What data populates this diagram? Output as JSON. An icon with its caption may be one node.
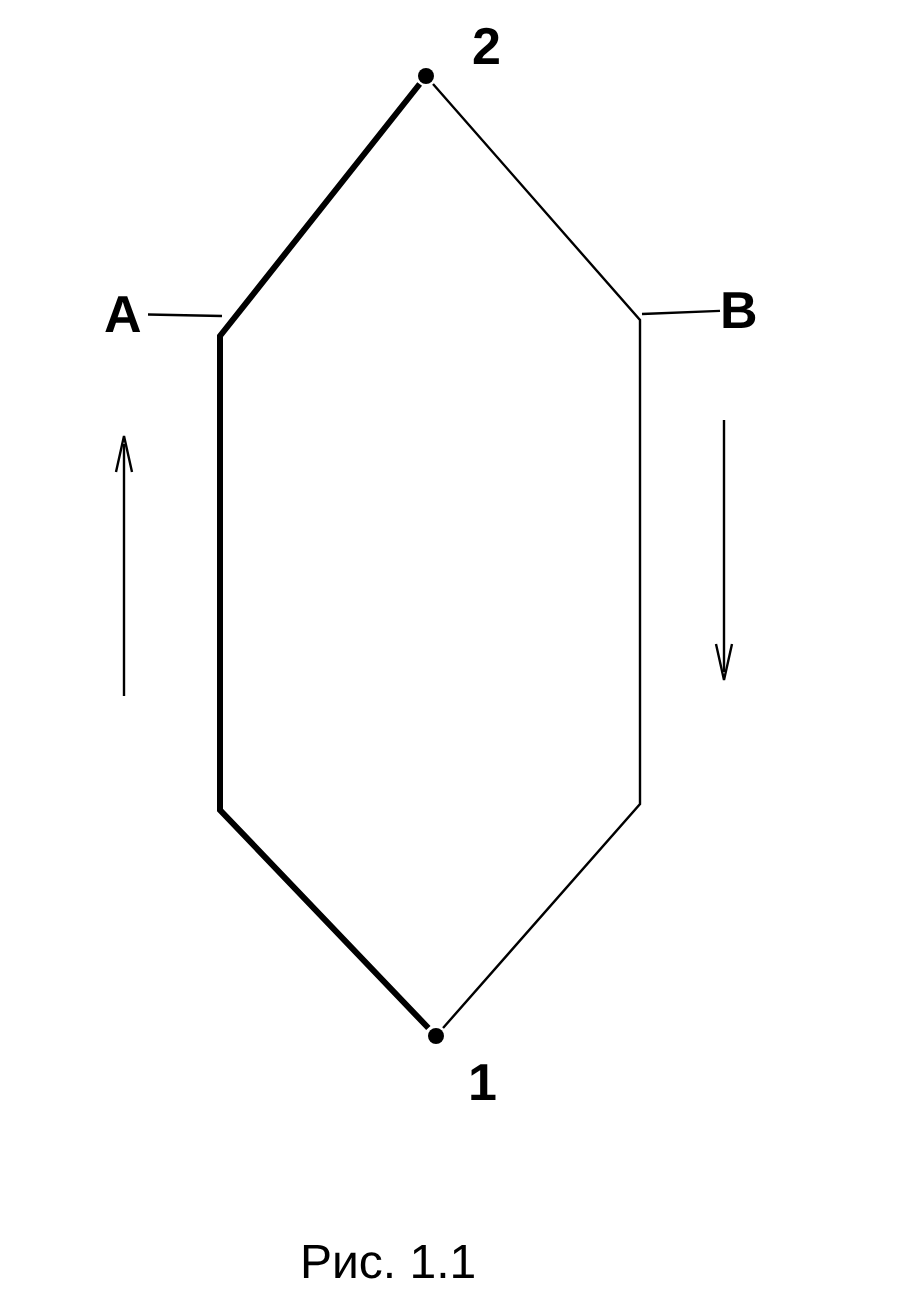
{
  "diagram": {
    "caption": "Рис. 1.1",
    "nodes": [
      {
        "text": [
          "2"
        ]
      },
      {
        "text": [
          "1"
        ]
      },
      {
        "text": [
          "A"
        ]
      },
      {
        "text": [
          "B"
        ]
      }
    ],
    "edges": [
      {
        "from": 1,
        "to": 0,
        "arrow": "none",
        "style": "thick"
      },
      {
        "from": 0,
        "to": 1,
        "arrow": "none"
      },
      {
        "from": 2,
        "to": null,
        "arrow": "none"
      },
      {
        "from": 3,
        "to": null,
        "arrow": "none"
      }
    ]
  }
}
